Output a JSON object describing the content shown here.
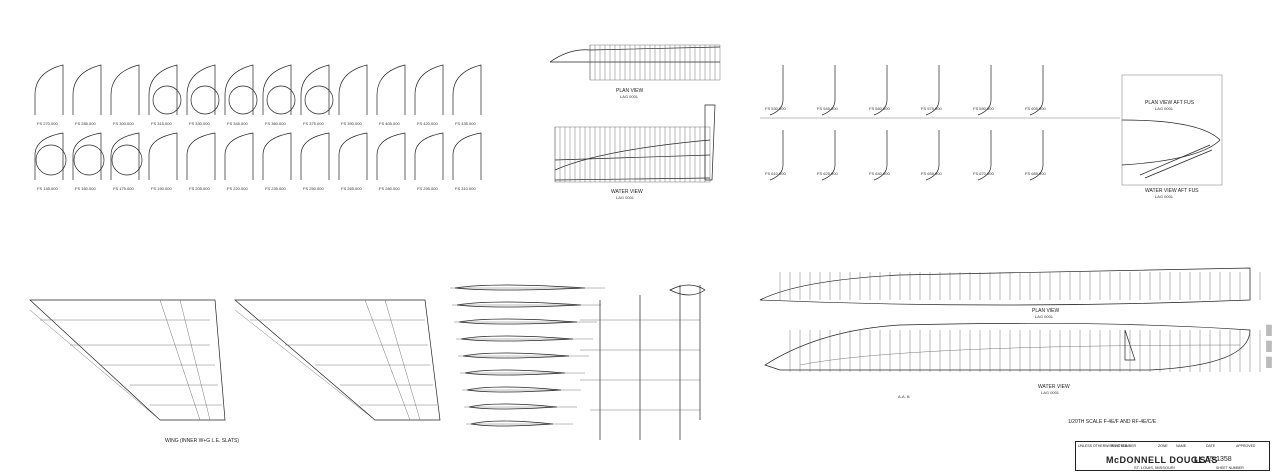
{
  "sheet": {
    "upper_left_stations_row1": [
      "FS 270.000",
      "FS 285.000",
      "FS 300.000",
      "FS 315.000",
      "FS 330.000",
      "FS 345.000",
      "FS 360.000",
      "FS 375.000",
      "FS 390.000",
      "FS 405.000",
      "FS 420.000",
      "FS 435.000"
    ],
    "upper_left_stations_row2": [
      "FS 145.000",
      "FS 160.000",
      "FS 175.000",
      "FS 190.000",
      "FS 205.000",
      "FS 220.000",
      "FS 235.000",
      "FS 250.000",
      "FS 265.000",
      "FS 280.000",
      "FS 295.000",
      "FS 310.000"
    ],
    "plan_view_label": "PLAN VIEW",
    "plan_view_sub": "LAG 0001",
    "water_view_label": "WATER VIEW",
    "water_view_sub": "LAG 0001",
    "upper_right_stations_row1": [
      "FS 530.000",
      "FS 545.000",
      "FS 560.000",
      "FS 575.000",
      "FS 590.000",
      "FS 605.000"
    ],
    "upper_right_stations_row2": [
      "FS 610.000",
      "FS 625.000",
      "FS 640.000",
      "FS 655.000",
      "FS 670.000",
      "FS 685.000"
    ],
    "plan_view_aft_label": "PLAN VIEW AFT FUS",
    "plan_view_aft_sub": "LAG 0001",
    "water_view_aft_label": "WATER VIEW AFT FUS",
    "water_view_aft_sub": "LAG 0001",
    "lower_left_caption": "WING (INNER W+G L.E. SLATS)",
    "lower_right_plan_label": "PLAN VIEW",
    "lower_right_plan_sub": "LAG 0001",
    "lower_right_water_label": "WATER VIEW",
    "lower_right_water_sub": "LAG 0001",
    "scale_note": "1/20TH SCALE F-4E/F AND RF-4E/C/E",
    "section_mark": "A-A, B"
  },
  "title_block": {
    "company": "McDONNELL DOUGLAS",
    "location": "ST. LOUIS, MISSOURI",
    "drawing_prefix": "LS",
    "drawing_number": "55-1358",
    "part_number_label": "PART NUMBER",
    "zone_label": "ZONE",
    "name_label": "NAME",
    "date_label": "DATE",
    "approved_label": "APPROVED",
    "sheet_number_label": "SHEET NUMBER",
    "unless_noted_label": "UNLESS OTHERWISE NOTED"
  },
  "colors": {
    "ink": "#222222",
    "paper": "#ffffff",
    "stamp": "#bbbbbb"
  }
}
